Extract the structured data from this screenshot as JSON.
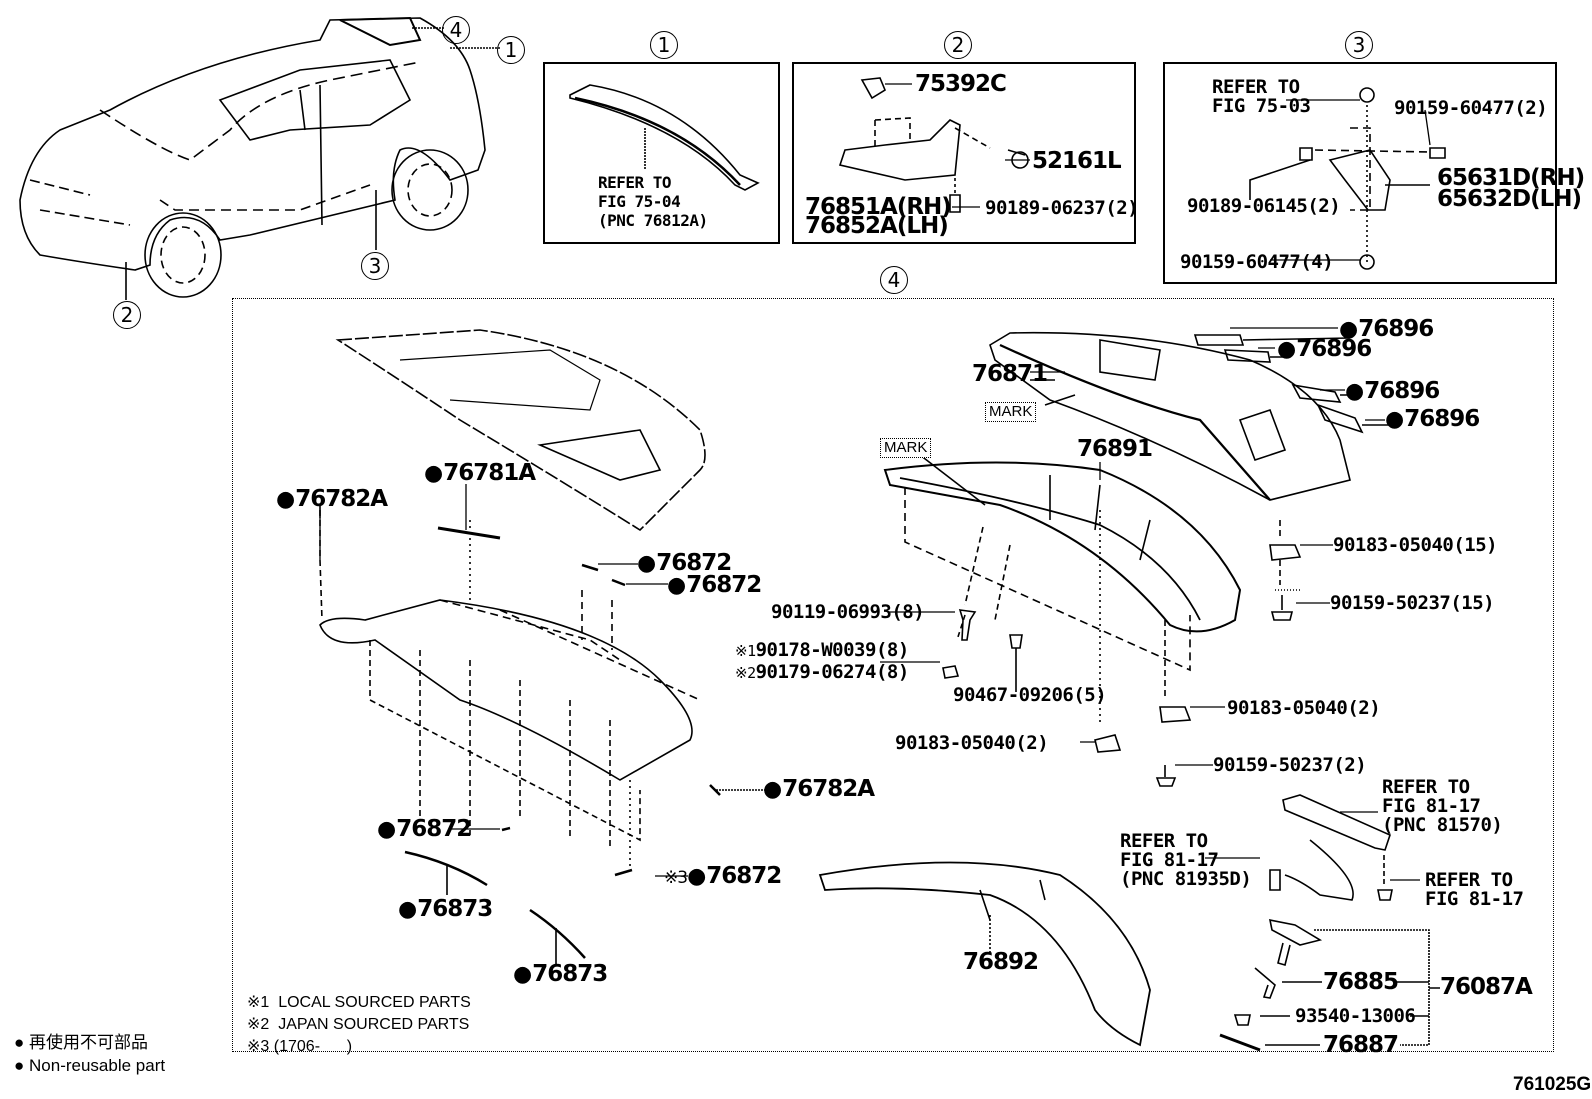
{
  "figure_code": "761025G",
  "legend": {
    "symbol": "●",
    "japanese": "再使用不可部品",
    "english": "Non-reusable part"
  },
  "notes": [
    {
      "mark": "※1",
      "text": "LOCAL SOURCED PARTS"
    },
    {
      "mark": "※2",
      "text": "JAPAN SOURCED PARTS"
    },
    {
      "mark": "※3",
      "text": "(1706-      )"
    }
  ],
  "overview": {
    "callouts": [
      "1",
      "2",
      "3",
      "4"
    ]
  },
  "inset1": {
    "title": "1",
    "refer": [
      "REFER TO",
      "FIG 75-04",
      "(PNC 76812A)"
    ]
  },
  "inset2": {
    "title": "2",
    "parts": {
      "clip": "75392C",
      "nut": "52161L",
      "cover_rh": "76851A(RH)",
      "cover_lh": "76852A(LH)",
      "clip2": "90189-06237(2)"
    }
  },
  "inset3": {
    "title": "3",
    "refer": [
      "REFER TO",
      "FIG 75-03"
    ],
    "parts": {
      "bolt_top": "90159-60477(2)",
      "clip": "90189-06145(2)",
      "bracket_rh": "65631D(RH)",
      "bracket_lh": "65632D(LH)",
      "bolt_bottom": "90159-60477(4)"
    }
  },
  "main": {
    "title": "4",
    "mark_label": "MARK",
    "parts": {
      "p76896": "76896",
      "p76871": "76871",
      "p76891": "76891",
      "p76781A": "76781A",
      "p76782A": "76782A",
      "p76872": "76872",
      "p76873": "76873",
      "p76892": "76892",
      "nut15": "90183-05040(15)",
      "bolt15": "90159-50237(15)",
      "nut2a": "90183-05040(2)",
      "bolt2": "90159-50237(2)",
      "nut2b": "90183-05040(2)",
      "screw": "90119-06993(8)",
      "clip_local": "90178-W0039(8)",
      "clip_japan": "90179-06274(8)",
      "clip5": "90467-09206(5)",
      "p76885": "76885",
      "p93540": "93540-13006",
      "p76887": "76887",
      "kit": "76087A",
      "note1_mark": "※1",
      "note2_mark": "※2",
      "note3_mark": "※3"
    },
    "refer_lamp": [
      "REFER TO",
      "FIG 81-17",
      "(PNC 81570)"
    ],
    "refer_wire": [
      "REFER TO",
      "FIG 81-17",
      "(PNC 81935D)"
    ],
    "refer_bolt": [
      "REFER TO",
      "FIG 81-17"
    ]
  }
}
